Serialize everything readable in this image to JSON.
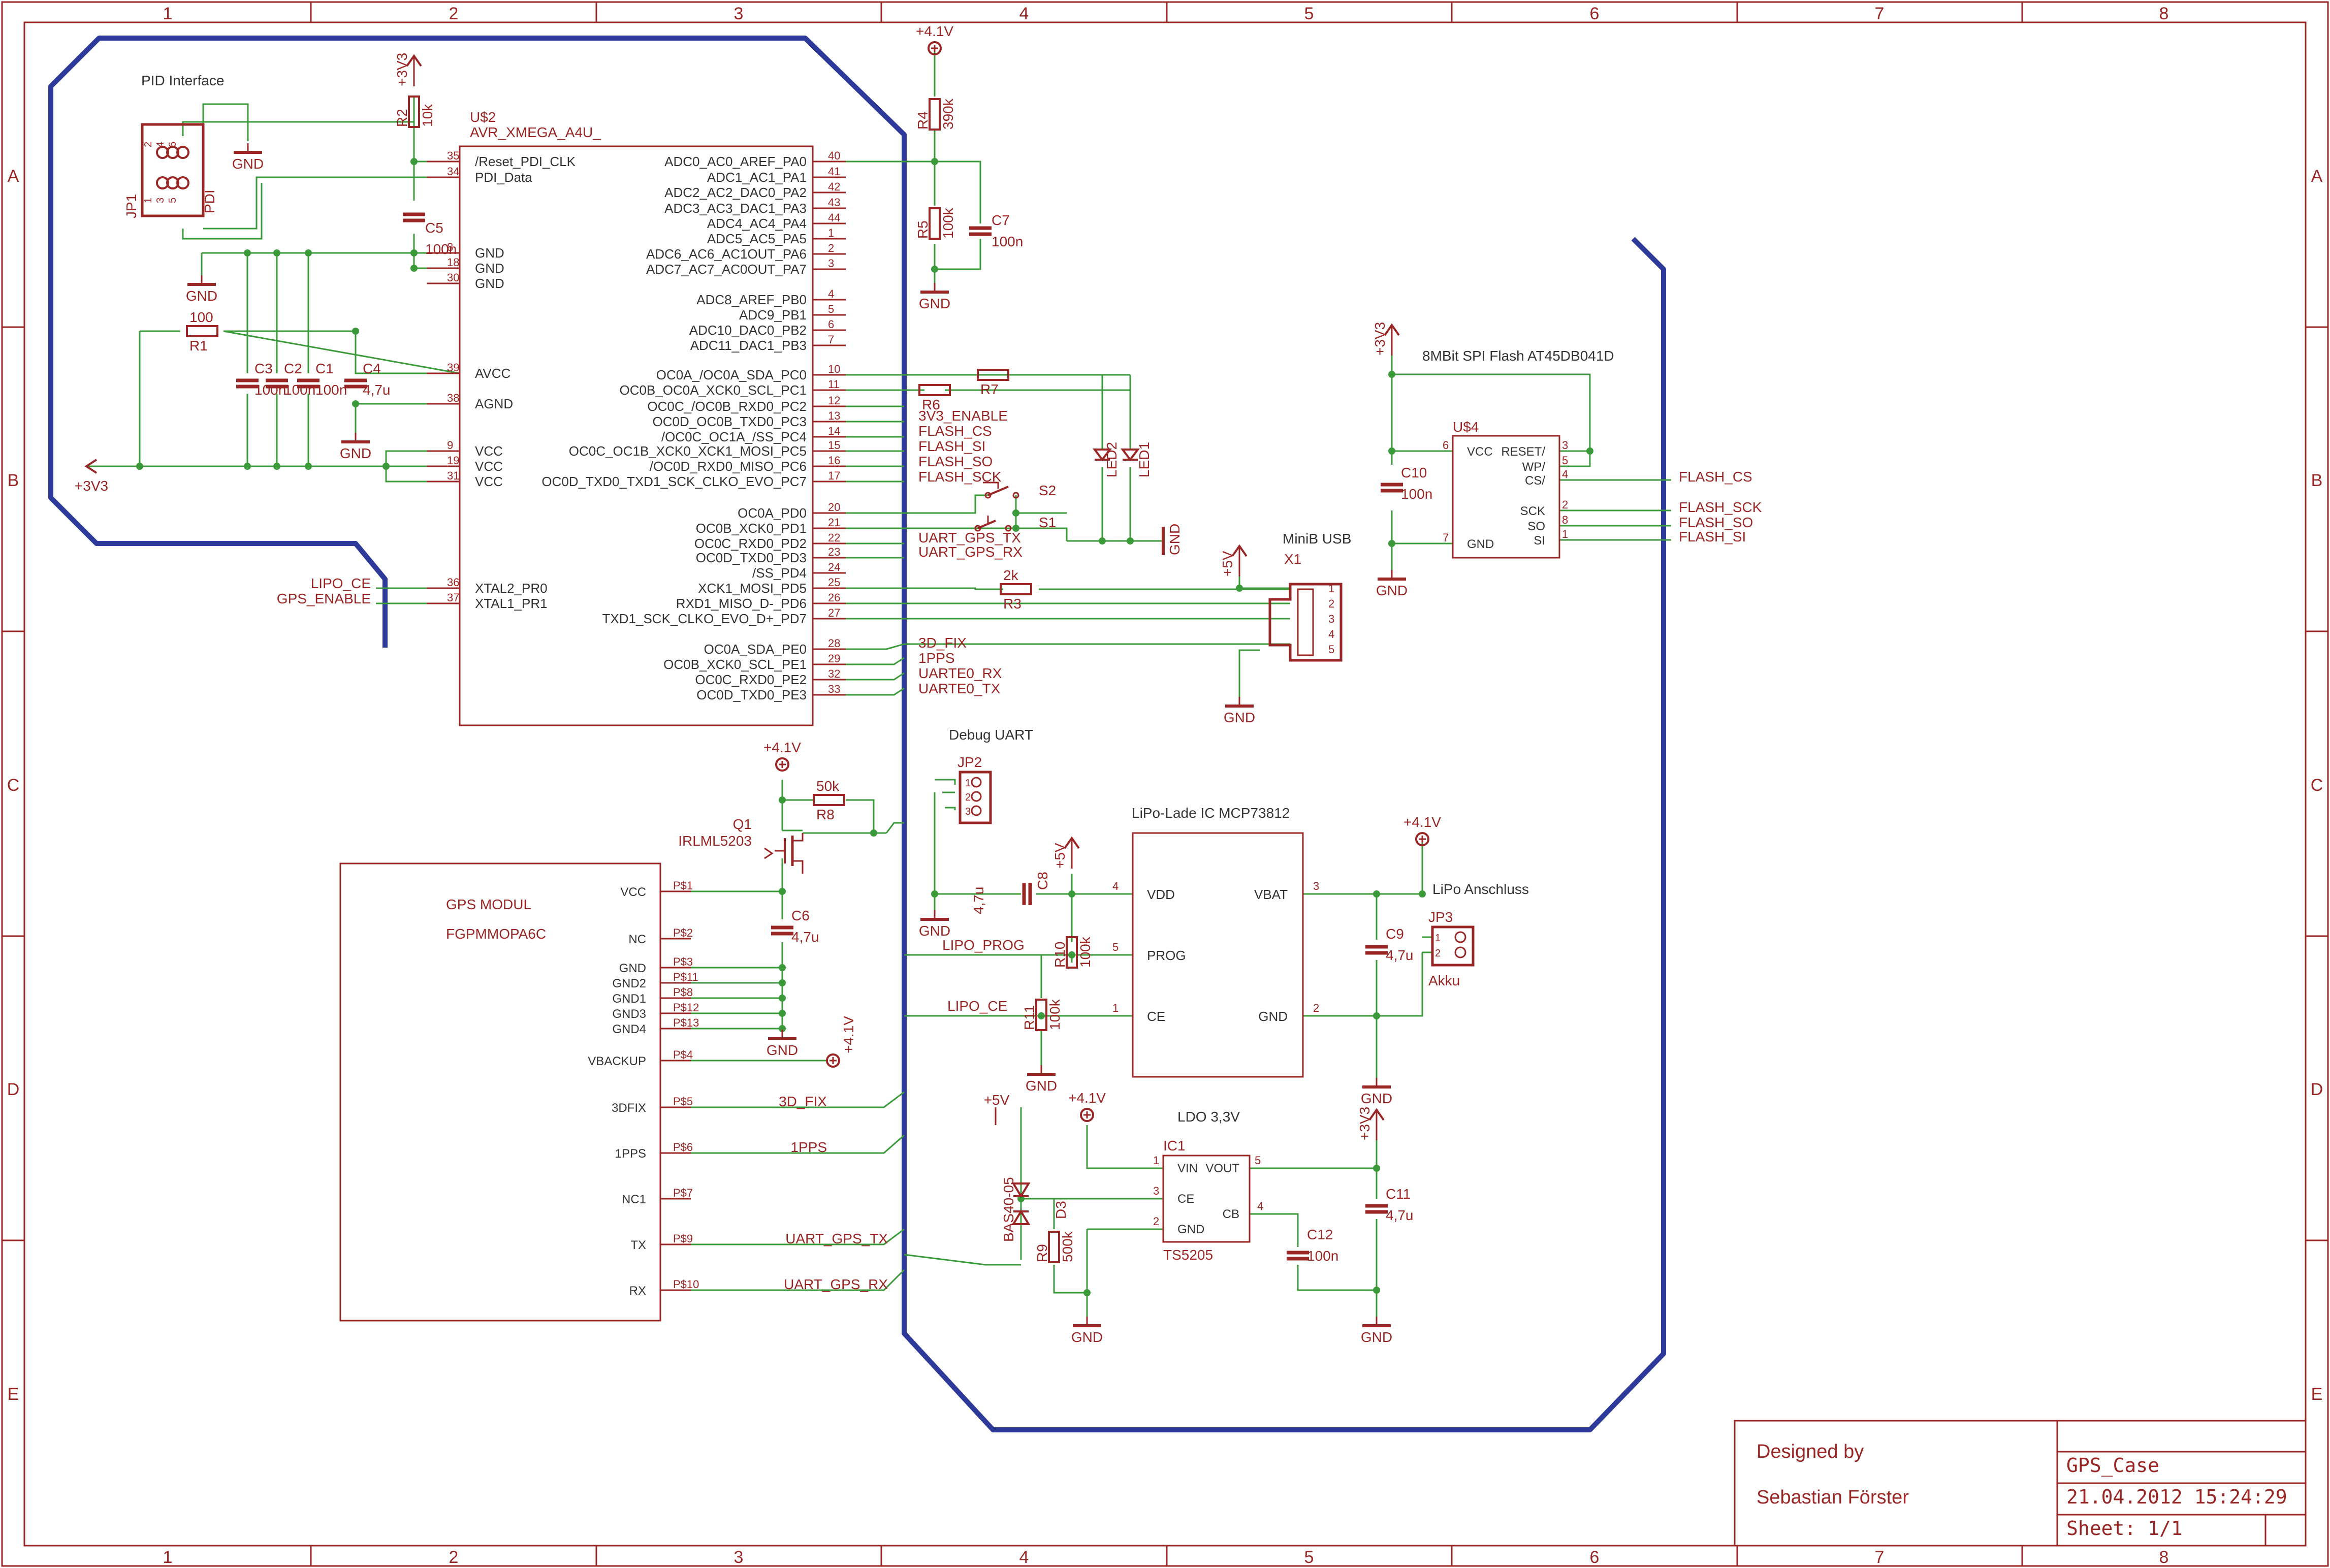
{
  "frame": {
    "columns": [
      "1",
      "2",
      "3",
      "4",
      "5",
      "6",
      "7",
      "8"
    ],
    "rows": [
      "A",
      "B",
      "C",
      "D",
      "E"
    ]
  },
  "title_block": {
    "designed_by": "Designed by",
    "author": "Sebastian Förster",
    "project": "GPS_Case",
    "datetime": "21.04.2012 15:24:29",
    "sheet": "Sheet: 1/1"
  },
  "labels": {
    "pid_title": "PID Interface",
    "flash_title": "8MBit SPI Flash AT45DB041D",
    "usb_title": "MiniB USB",
    "debug_title": "Debug UART",
    "charger_title": "LiPo-Lade IC MCP73812",
    "lipo_title": "LiPo Anschluss",
    "ldo_title": "LDO 3,3V",
    "gps_title": "GPS MODUL",
    "gps_part": "FGPMMOPA6C"
  },
  "mcu": {
    "name": "U$2",
    "value": "AVR_XMEGA_A4U_",
    "left_pins": [
      {
        "num": "35",
        "name": "/Reset_PDI_CLK"
      },
      {
        "num": "34",
        "name": "PDI_Data"
      },
      {
        "num": "8",
        "name": "GND"
      },
      {
        "num": "18",
        "name": "GND"
      },
      {
        "num": "30",
        "name": "GND"
      },
      {
        "num": "39",
        "name": "AVCC"
      },
      {
        "num": "38",
        "name": "AGND"
      },
      {
        "num": "9",
        "name": "VCC"
      },
      {
        "num": "19",
        "name": "VCC"
      },
      {
        "num": "31",
        "name": "VCC"
      },
      {
        "num": "36",
        "name": "XTAL2_PR0"
      },
      {
        "num": "37",
        "name": "XTAL1_PR1"
      }
    ],
    "right_pins": [
      {
        "num": "40",
        "name": "ADC0_AC0_AREF_PA0"
      },
      {
        "num": "41",
        "name": "ADC1_AC1_PA1"
      },
      {
        "num": "42",
        "name": "ADC2_AC2_DAC0_PA2"
      },
      {
        "num": "43",
        "name": "ADC3_AC3_DAC1_PA3"
      },
      {
        "num": "44",
        "name": "ADC4_AC4_PA4"
      },
      {
        "num": "1",
        "name": "ADC5_AC5_PA5"
      },
      {
        "num": "2",
        "name": "ADC6_AC6_AC1OUT_PA6"
      },
      {
        "num": "3",
        "name": "ADC7_AC7_AC0OUT_PA7"
      },
      {
        "num": "4",
        "name": "ADC8_AREF_PB0"
      },
      {
        "num": "5",
        "name": "ADC9_PB1"
      },
      {
        "num": "6",
        "name": "ADC10_DAC0_PB2"
      },
      {
        "num": "7",
        "name": "ADC11_DAC1_PB3"
      },
      {
        "num": "10",
        "name": "OC0A_/OC0A_SDA_PC0"
      },
      {
        "num": "11",
        "name": "OC0B_OC0A_XCK0_SCL_PC1"
      },
      {
        "num": "12",
        "name": "OC0C_/OC0B_RXD0_PC2"
      },
      {
        "num": "13",
        "name": "OC0D_OC0B_TXD0_PC3"
      },
      {
        "num": "14",
        "name": "/OC0C_OC1A_/SS_PC4"
      },
      {
        "num": "15",
        "name": "OC0C_OC1B_XCK0_XCK1_MOSI_PC5"
      },
      {
        "num": "16",
        "name": "/OC0D_RXD0_MISO_PC6"
      },
      {
        "num": "17",
        "name": "OC0D_TXD0_TXD1_SCK_CLKO_EVO_PC7"
      },
      {
        "num": "20",
        "name": "OC0A_PD0"
      },
      {
        "num": "21",
        "name": "OC0B_XCK0_PD1"
      },
      {
        "num": "22",
        "name": "OC0C_RXD0_PD2"
      },
      {
        "num": "23",
        "name": "OC0D_TXD0_PD3"
      },
      {
        "num": "24",
        "name": "/SS_PD4"
      },
      {
        "num": "25",
        "name": "XCK1_MOSI_PD5"
      },
      {
        "num": "26",
        "name": "RXD1_MISO_D-_PD6"
      },
      {
        "num": "27",
        "name": "TXD1_SCK_CLKO_EVO_D+_PD7"
      },
      {
        "num": "28",
        "name": "OC0A_SDA_PE0"
      },
      {
        "num": "29",
        "name": "OC0B_XCK0_SCL_PE1"
      },
      {
        "num": "32",
        "name": "OC0C_RXD0_PE2"
      },
      {
        "num": "33",
        "name": "OC0D_TXD0_PE3"
      }
    ]
  },
  "mcu_nets": {
    "3v3_enable": "3V3_ENABLE",
    "flash_cs": "FLASH_CS",
    "flash_si": "FLASH_SI",
    "flash_so": "FLASH_SO",
    "flash_sck": "FLASH_SCK",
    "uart_gps_tx": "UART_GPS_TX",
    "uart_gps_rx": "UART_GPS_RX",
    "fix3d": "3D_FIX",
    "pps": "1PPS",
    "uarte0_rx": "UARTE0_RX",
    "uarte0_tx": "UARTE0_TX",
    "lipo_ce": "LIPO_CE",
    "gps_enable": "GPS_ENABLE"
  },
  "flash_ic": {
    "name": "U$4",
    "pins": [
      {
        "num": "6",
        "name": "VCC"
      },
      {
        "num": "3",
        "name": "RESET/"
      },
      {
        "num": "5",
        "name": "WP/"
      },
      {
        "num": "4",
        "name": "CS/"
      },
      {
        "num": "2",
        "name": "SCK"
      },
      {
        "num": "8",
        "name": "SO"
      },
      {
        "num": "1",
        "name": "SI"
      },
      {
        "num": "7",
        "name": "GND"
      }
    ],
    "net_cs": "FLASH_CS",
    "net_sck": "FLASH_SCK",
    "net_so": "FLASH_SO",
    "net_si": "FLASH_SI"
  },
  "gps_pins": [
    {
      "num": "P$1",
      "name": "VCC"
    },
    {
      "num": "P$2",
      "name": "NC"
    },
    {
      "num": "P$3",
      "name": "GND"
    },
    {
      "num": "P$11",
      "name": "GND2"
    },
    {
      "num": "P$8",
      "name": "GND1"
    },
    {
      "num": "P$12",
      "name": "GND3"
    },
    {
      "num": "P$13",
      "name": "GND4"
    },
    {
      "num": "P$4",
      "name": "VBACKUP"
    },
    {
      "num": "P$5",
      "name": "3DFIX"
    },
    {
      "num": "P$6",
      "name": "1PPS"
    },
    {
      "num": "P$7",
      "name": "NC1"
    },
    {
      "num": "P$9",
      "name": "TX"
    },
    {
      "num": "P$10",
      "name": "RX"
    }
  ],
  "gps_nets": {
    "fix": "3D_FIX",
    "pps": "1PPS",
    "tx": "UART_GPS_TX",
    "rx": "UART_GPS_RX"
  },
  "charger": {
    "pins_left": [
      {
        "num": "4",
        "name": "VDD"
      },
      {
        "num": "5",
        "name": "PROG"
      },
      {
        "num": "1",
        "name": "CE"
      }
    ],
    "pins_right": [
      {
        "num": "3",
        "name": "VBAT"
      },
      {
        "num": "2",
        "name": "GND"
      }
    ],
    "net_prog": "LIPO_PROG",
    "net_ce": "LIPO_CE"
  },
  "ldo": {
    "name": "IC1",
    "value": "TS5205",
    "vin": "VIN",
    "vout": "VOUT",
    "ce": "CE",
    "gnd": "GND",
    "cb": "CB",
    "pin_vin": "1",
    "pin_vout": "5",
    "pin_ce": "3",
    "pin_gnd": "2",
    "pin_cb": "4"
  },
  "components": {
    "R1": {
      "name": "R1",
      "value": "100"
    },
    "R2": {
      "name": "R2",
      "value": "10k"
    },
    "R3": {
      "name": "R3",
      "value": "2k"
    },
    "R4": {
      "name": "R4",
      "value": "390k"
    },
    "R5": {
      "name": "R5",
      "value": "100k"
    },
    "R6": {
      "name": "R6",
      "value": ""
    },
    "R7": {
      "name": "R7",
      "value": ""
    },
    "R8": {
      "name": "R8",
      "value": "50k"
    },
    "R9": {
      "name": "R9",
      "value": "500k"
    },
    "R10": {
      "name": "R10",
      "value": "100k"
    },
    "R11": {
      "name": "R11",
      "value": "100k"
    },
    "C1": {
      "name": "C1",
      "value": "100n"
    },
    "C2": {
      "name": "C2",
      "value": "100n"
    },
    "C3": {
      "name": "C3",
      "value": "100n"
    },
    "C4": {
      "name": "C4",
      "value": "4,7u"
    },
    "C5": {
      "name": "C5",
      "value": "100n"
    },
    "C6": {
      "name": "C6",
      "value": "4,7u"
    },
    "C7": {
      "name": "C7",
      "value": "100n"
    },
    "C8": {
      "name": "C8",
      "value": "4,7u"
    },
    "C9": {
      "name": "C9",
      "value": "4,7u"
    },
    "C10": {
      "name": "C10",
      "value": "100n"
    },
    "C11": {
      "name": "C11",
      "value": "4,7u"
    },
    "C12": {
      "name": "C12",
      "value": "100n"
    },
    "Q1": {
      "name": "Q1",
      "value": "IRLML5203"
    },
    "D3": {
      "name": "D3",
      "value": "BAS40-05"
    },
    "LED1": {
      "name": "LED1"
    },
    "LED2": {
      "name": "LED2"
    },
    "S1": {
      "name": "S1"
    },
    "S2": {
      "name": "S2"
    },
    "JP1": {
      "name": "JP1",
      "value": "PDI"
    },
    "JP2": {
      "name": "JP2"
    },
    "JP3": {
      "name": "JP3",
      "value": "Akku"
    },
    "X1": {
      "name": "X1"
    }
  },
  "power": {
    "gnd": "GND",
    "v3v3": "+3V3",
    "v4v1": "+4.1V",
    "v5": "+5V"
  },
  "pin_numbers": {
    "one": "1",
    "two": "2",
    "three": "3",
    "four": "4",
    "five": "5",
    "six": "6"
  },
  "colors": {
    "wire": "#3a9a3a",
    "symbol": "#9a2525",
    "outline": "#2d3a9a"
  }
}
